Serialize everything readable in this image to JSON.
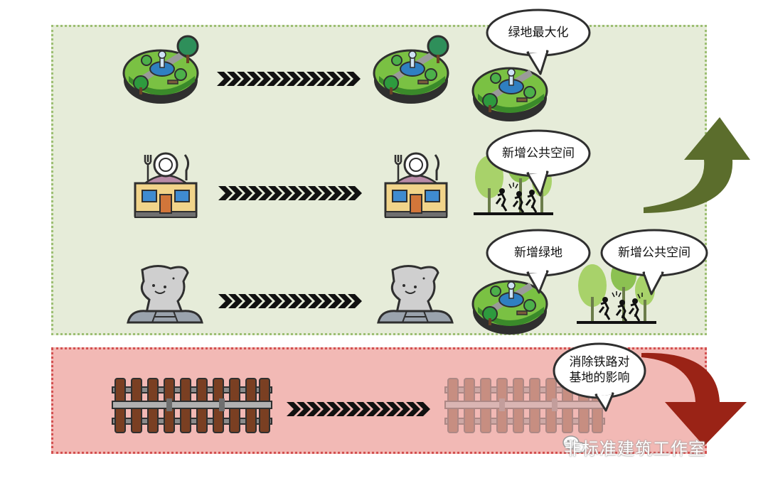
{
  "bubbles": {
    "green_max": "绿地最大化",
    "new_public_1": "新增公共空间",
    "new_green": "新增绿地",
    "new_public_2": "新增公共空间",
    "railway_effect": "消除铁路对\n基地的影响"
  },
  "watermark": "非标准建筑工作室",
  "colors": {
    "green_panel_bg": "#e6ecd9",
    "green_panel_border": "#9dbf73",
    "red_panel_bg": "#f2b9b5",
    "red_panel_border": "#d35050",
    "up_arrow": "#5b6d2c",
    "down_arrow": "#9a2316",
    "chevron": "#111111"
  },
  "icons": [
    "park-icon",
    "restaurant-icon",
    "ruin-building-icon",
    "public-space-icon",
    "railway-track-icon",
    "up-arrow-icon",
    "down-arrow-icon",
    "wechat-icon"
  ]
}
